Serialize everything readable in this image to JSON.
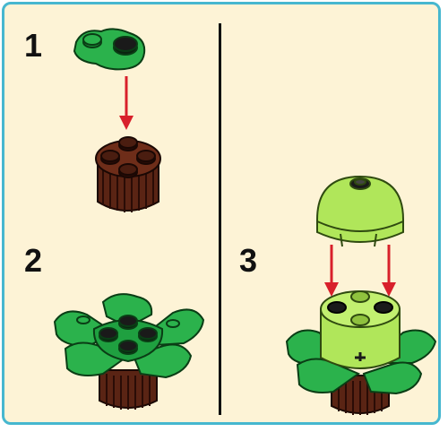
{
  "steps": [
    {
      "number": "1"
    },
    {
      "number": "2"
    },
    {
      "number": "3"
    }
  ],
  "colors": {
    "panel_bg": "#fdf3d6",
    "border": "#46b7cf",
    "green_leaf": "#2bb24c",
    "green_dark": "#0d6a25",
    "brown": "#5a2414",
    "lime": "#b0e65a",
    "arrow_red": "#d8202b"
  },
  "icons": [
    "leaf-plate-piece",
    "brown-round-brick",
    "lime-dome-piece",
    "down-arrow"
  ]
}
